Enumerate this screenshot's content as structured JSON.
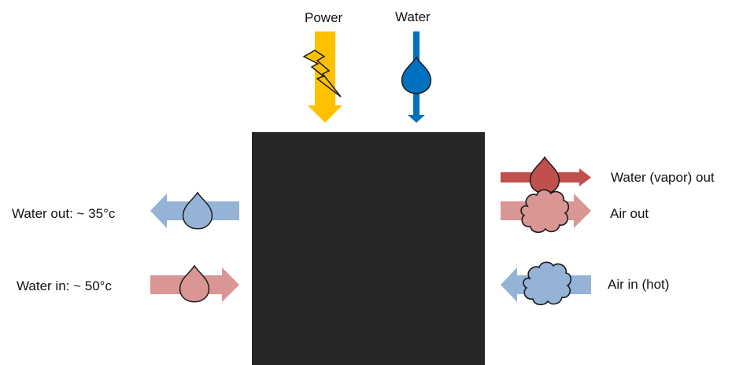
{
  "labels": {
    "power": "Power",
    "water": "Water",
    "water_out": "Water out: ~ 35°c",
    "water_in": "Water in: ~ 50°c",
    "water_vapor_out": "Water (vapor) out",
    "air_out": "Air out",
    "air_in": "Air in (hot)"
  },
  "colors": {
    "box": "#262626",
    "power": "#FFC000",
    "water_supply": "#0070C0",
    "vapor_out": "#C0504D",
    "warm": "#D99694",
    "cool": "#95B3D7",
    "outline": "#1a1a1a"
  },
  "icons": {
    "power": "lightning-bolt-icon",
    "water": "water-drop-icon",
    "air": "cloud-icon"
  }
}
